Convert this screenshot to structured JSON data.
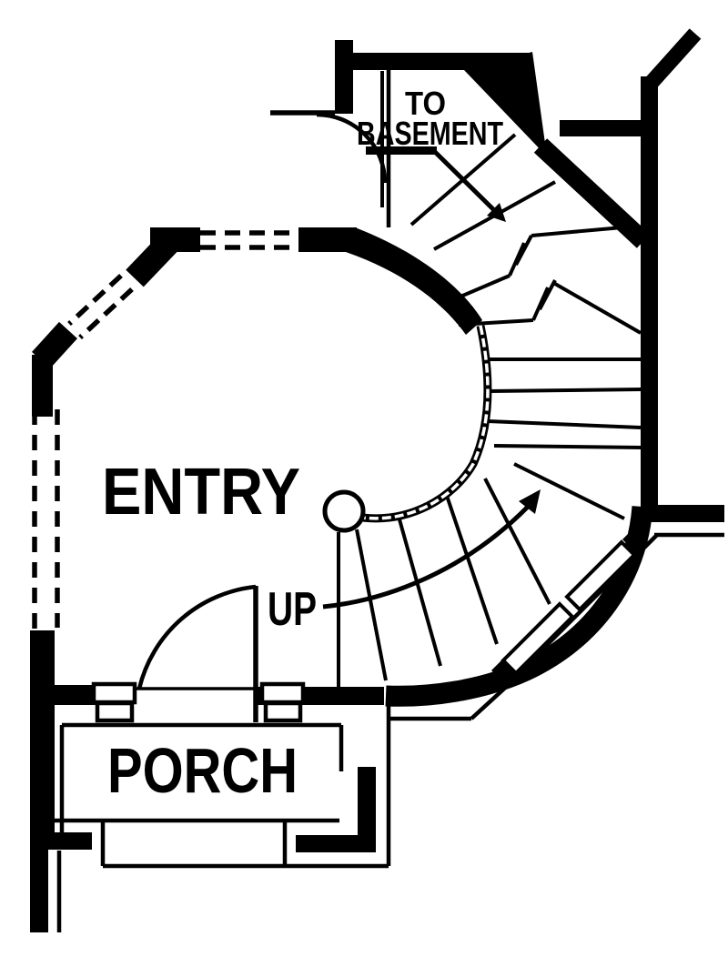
{
  "drawing": {
    "type": "floor-plan",
    "colors": {
      "ink": "#000000",
      "paper": "#ffffff"
    },
    "labels": {
      "to_basement_line1": "TO",
      "to_basement_line2": "BASEMENT",
      "entry": "ENTRY",
      "up": "UP",
      "porch": "PORCH"
    },
    "rooms": [
      {
        "name": "ENTRY"
      },
      {
        "name": "PORCH"
      }
    ],
    "stair": {
      "shape": "curved",
      "up_direction_label": "UP",
      "down_direction_label": "TO BASEMENT"
    }
  }
}
